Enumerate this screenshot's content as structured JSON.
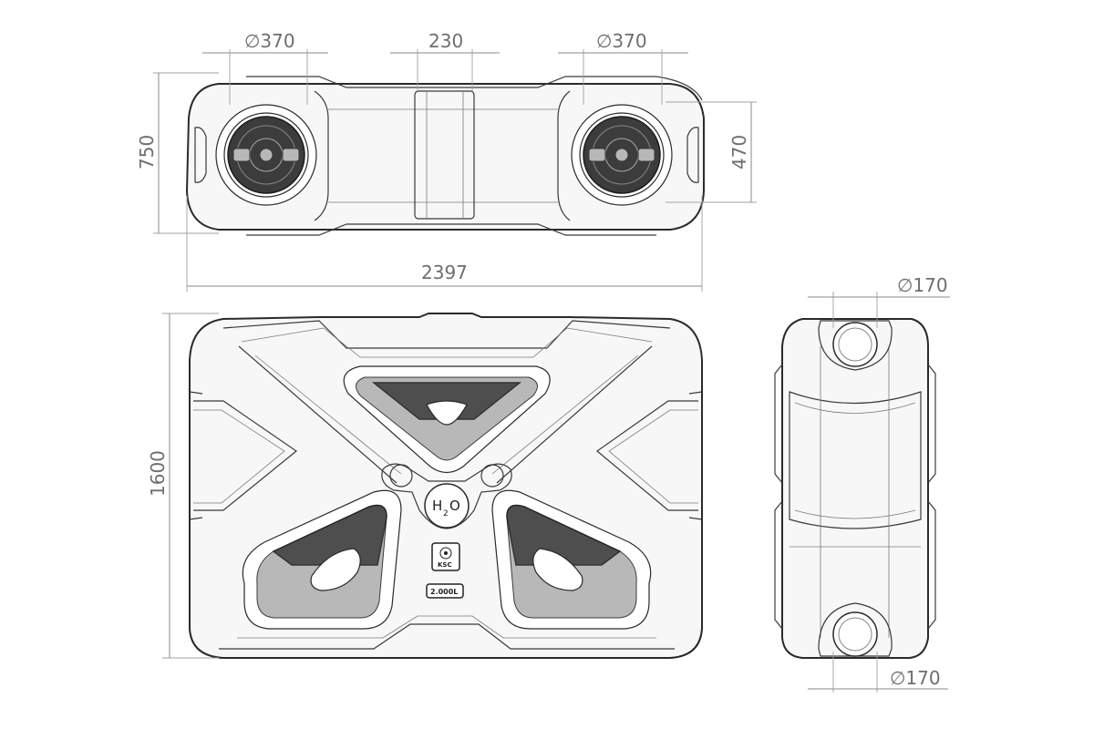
{
  "drawing": {
    "top_view": {
      "dim_left_opening": "∅370",
      "dim_center_gap": "230",
      "dim_right_opening": "∅370",
      "dim_depth": "750",
      "dim_inner_depth": "470",
      "dim_length": "2397"
    },
    "front_view": {
      "dim_height": "1600",
      "logo_h2o": "H",
      "logo_sub": "2",
      "logo_o": "O",
      "badge_ksc": "KSC",
      "badge_capacity": "2.000L"
    },
    "side_view": {
      "dim_top_port": "∅170",
      "dim_bottom_port": "∅170"
    }
  }
}
